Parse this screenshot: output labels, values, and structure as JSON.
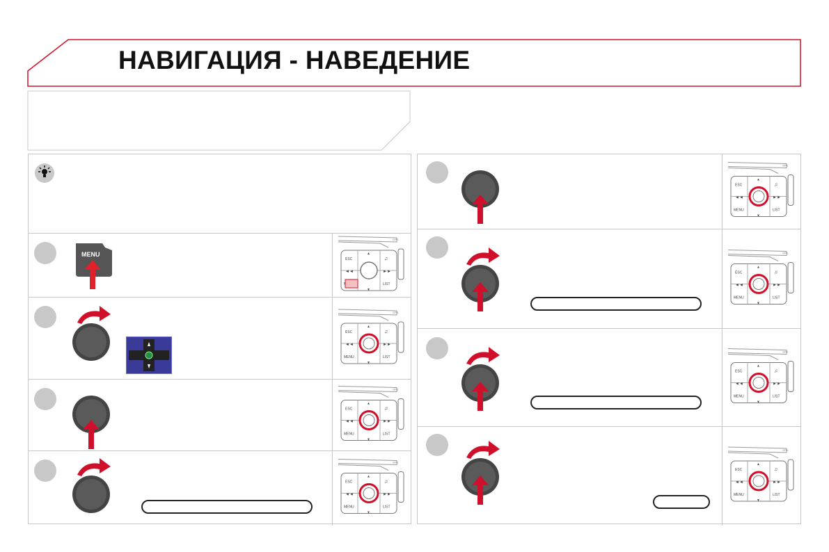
{
  "page": {
    "title": "НАВИГАЦИЯ - НАВЕДЕНИЕ",
    "accent_color": "#d0102a",
    "border_color": "#c8c8c8"
  },
  "tip": {
    "icon": "lightbulb-icon"
  },
  "left_steps": [
    {
      "control": "menu-button",
      "button_label": "MENU"
    },
    {
      "control": "knob-rotate",
      "extra": "navigation-screen-icon"
    },
    {
      "control": "knob-press"
    },
    {
      "control": "knob-rotate",
      "has_field": true
    }
  ],
  "right_steps": [
    {
      "control": "knob-press"
    },
    {
      "control": "knob-rotate-press",
      "has_field": true
    },
    {
      "control": "knob-rotate-press",
      "has_field": true
    },
    {
      "control": "knob-rotate-press",
      "has_field": true,
      "field_size": "small"
    }
  ],
  "panel": {
    "labels": {
      "esc": "ESC",
      "menu": "MENU",
      "list": "LIST"
    }
  }
}
